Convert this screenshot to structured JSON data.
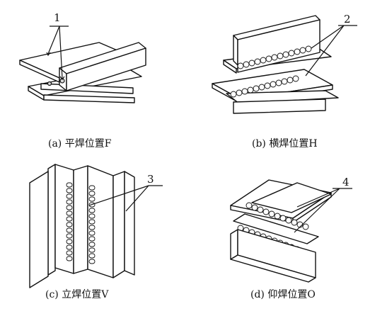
{
  "panels": [
    {
      "id": "a",
      "caption": "(a) 平焊位置F",
      "callout": "1"
    },
    {
      "id": "b",
      "caption": "(b) 横焊位置H",
      "callout": "2"
    },
    {
      "id": "c",
      "caption": "(c) 立焊位置V",
      "callout": "3"
    },
    {
      "id": "d",
      "caption": "(d) 仰焊位置O",
      "callout": "4"
    }
  ]
}
